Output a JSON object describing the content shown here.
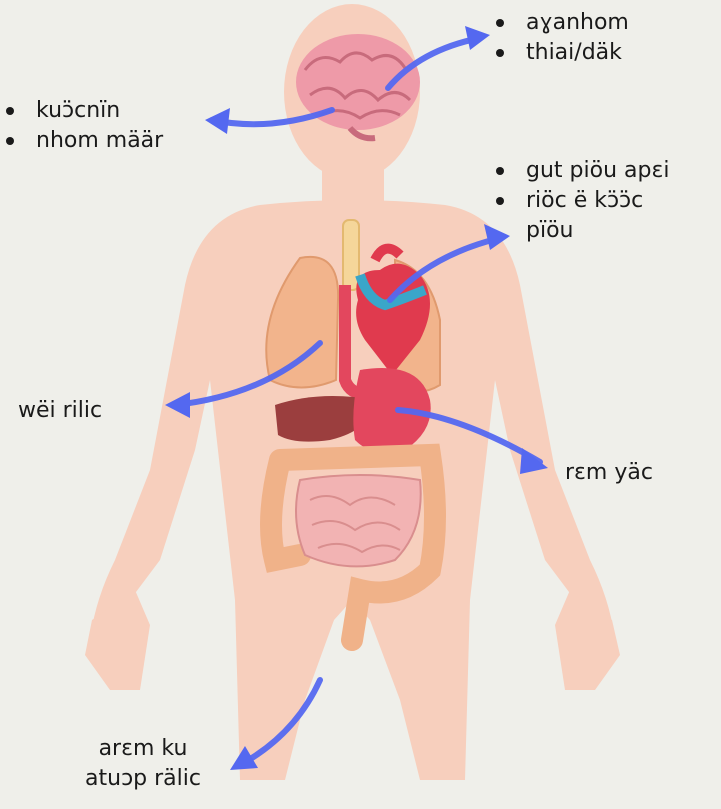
{
  "labels": {
    "brain_top": [
      "aɣanhom",
      "thiai/däk"
    ],
    "brain_left": [
      "kuɔ̈cnïn",
      "nhom määr"
    ],
    "heart": [
      "gut piöu apɛi",
      "riöc ë kɔ̈ɔ̈c",
      "pïöu"
    ],
    "lungs": "wëi rilic",
    "stomach": "rɛm yäc",
    "legs": [
      "arɛm ku",
      "atuɔp rälic"
    ]
  },
  "colors": {
    "skin": "#f7cfbd",
    "brain": "#ee9aa8",
    "lungs": "#f2b48c",
    "heart": "#e03a4e",
    "vessel_blue": "#3aa6c9",
    "liver": "#9b3e3e",
    "stomach": "#e3475e",
    "intestine": "#f0b289",
    "small_intestine": "#f2b3b3",
    "arrow": "#5468f0",
    "background": "#efefea"
  }
}
